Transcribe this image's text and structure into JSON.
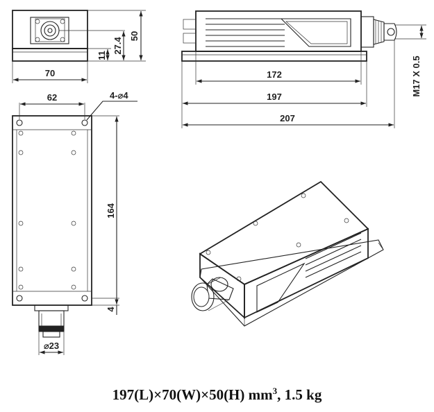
{
  "dimensions": {
    "front_width": "70",
    "front_height": "50",
    "front_center_height": "27.4",
    "front_base_height": "11",
    "side_body_length": "172",
    "side_length_with_base": "197",
    "side_total_length": "207",
    "connector_thread": "M17 X 0.5",
    "top_hole_spacing": "62",
    "top_hole_spec": "4-⌀4",
    "top_length": "164",
    "top_edge_offset": "4",
    "connector_diameter": "⌀23"
  },
  "caption": {
    "main": "197(L)×70(W)×50(H) mm",
    "superscript": "3",
    "suffix": ", 1.5 kg"
  }
}
